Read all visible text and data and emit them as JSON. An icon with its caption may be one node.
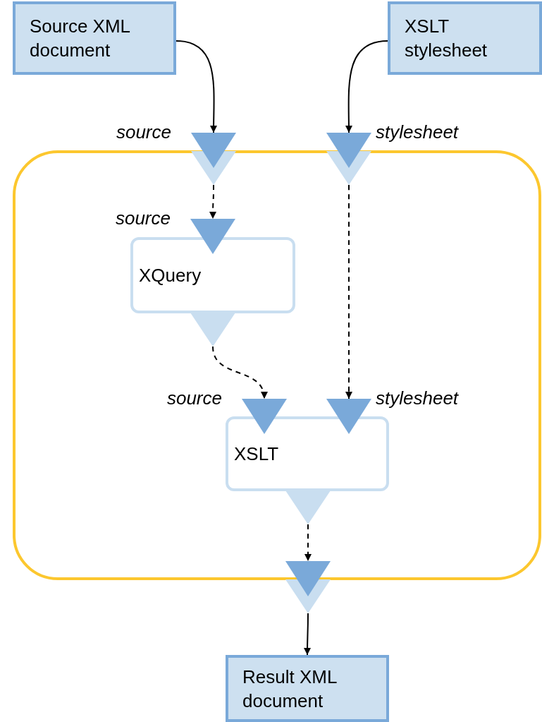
{
  "diagram": {
    "nodes": [
      {
        "text": [
          "Source XML document"
        ]
      },
      {
        "text": [
          "XSLT stylesheet"
        ]
      },
      {
        "text": [],
        "shape": "box"
      },
      {
        "text": [
          "source"
        ]
      },
      {
        "text": [
          "stylesheet"
        ]
      },
      {
        "text": [
          "XQuery"
        ],
        "in": 2
      },
      {
        "text": [
          "source"
        ],
        "in": 2
      },
      {
        "text": [],
        "shape": "triangle",
        "in": 2
      },
      {
        "text": [
          "XSLT"
        ],
        "in": 2
      },
      {
        "text": [
          "source"
        ],
        "in": 2
      },
      {
        "text": [
          "stylesheet"
        ],
        "in": 2
      },
      {
        "text": [],
        "shape": "triangle",
        "in": 2
      },
      {
        "text": [],
        "shape": "triangle"
      },
      {
        "text": [
          "Result XML document"
        ]
      }
    ],
    "edges": [
      {
        "from": 0,
        "to": 3,
        "arrow": "to"
      },
      {
        "from": 1,
        "to": 4,
        "arrow": "to"
      },
      {
        "from": 3,
        "to": 6,
        "arrow": "to",
        "style": "dashed"
      },
      {
        "from": 4,
        "to": 10,
        "arrow": "to",
        "style": "dashed"
      },
      {
        "from": 7,
        "to": 9,
        "arrow": "to",
        "style": "dashed"
      },
      {
        "from": 11,
        "to": 12,
        "arrow": "to",
        "style": "dashed"
      },
      {
        "from": 12,
        "to": 13,
        "arrow": "to"
      }
    ]
  }
}
